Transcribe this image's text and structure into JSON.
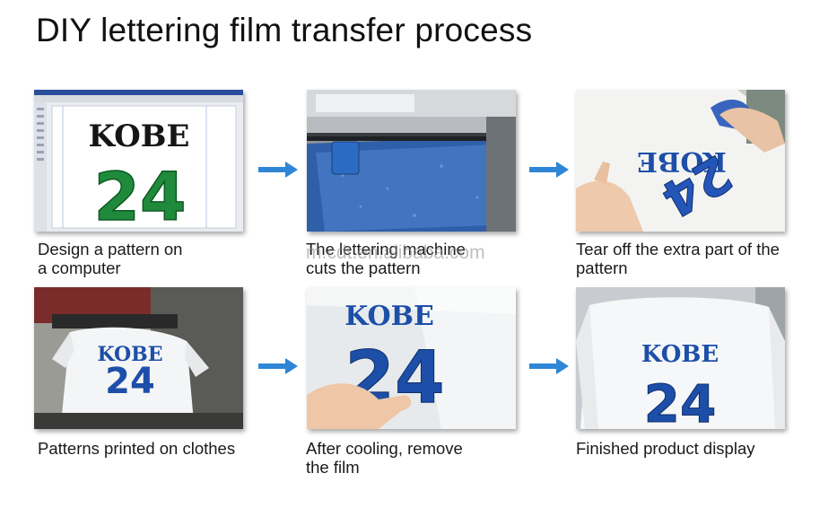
{
  "title": "DIY lettering film transfer process",
  "watermark": "m.cdt.en.alibaba.com",
  "design": {
    "word": "KOBE",
    "number": "24"
  },
  "colors": {
    "arrow": "#2f86d6",
    "green": "#1f8a3c",
    "blue": "#1d4fa8"
  },
  "steps": [
    {
      "caption_lines": [
        "Design a pattern on",
        "a computer"
      ]
    },
    {
      "caption_lines": [
        "The lettering machine",
        "cuts the pattern"
      ]
    },
    {
      "caption_lines": [
        "Tear off the extra part of the",
        "pattern"
      ]
    },
    {
      "caption_lines": [
        "Patterns printed on clothes"
      ]
    },
    {
      "caption_lines": [
        "After cooling, remove",
        "the film"
      ]
    },
    {
      "caption_lines": [
        "Finished product display"
      ]
    }
  ]
}
